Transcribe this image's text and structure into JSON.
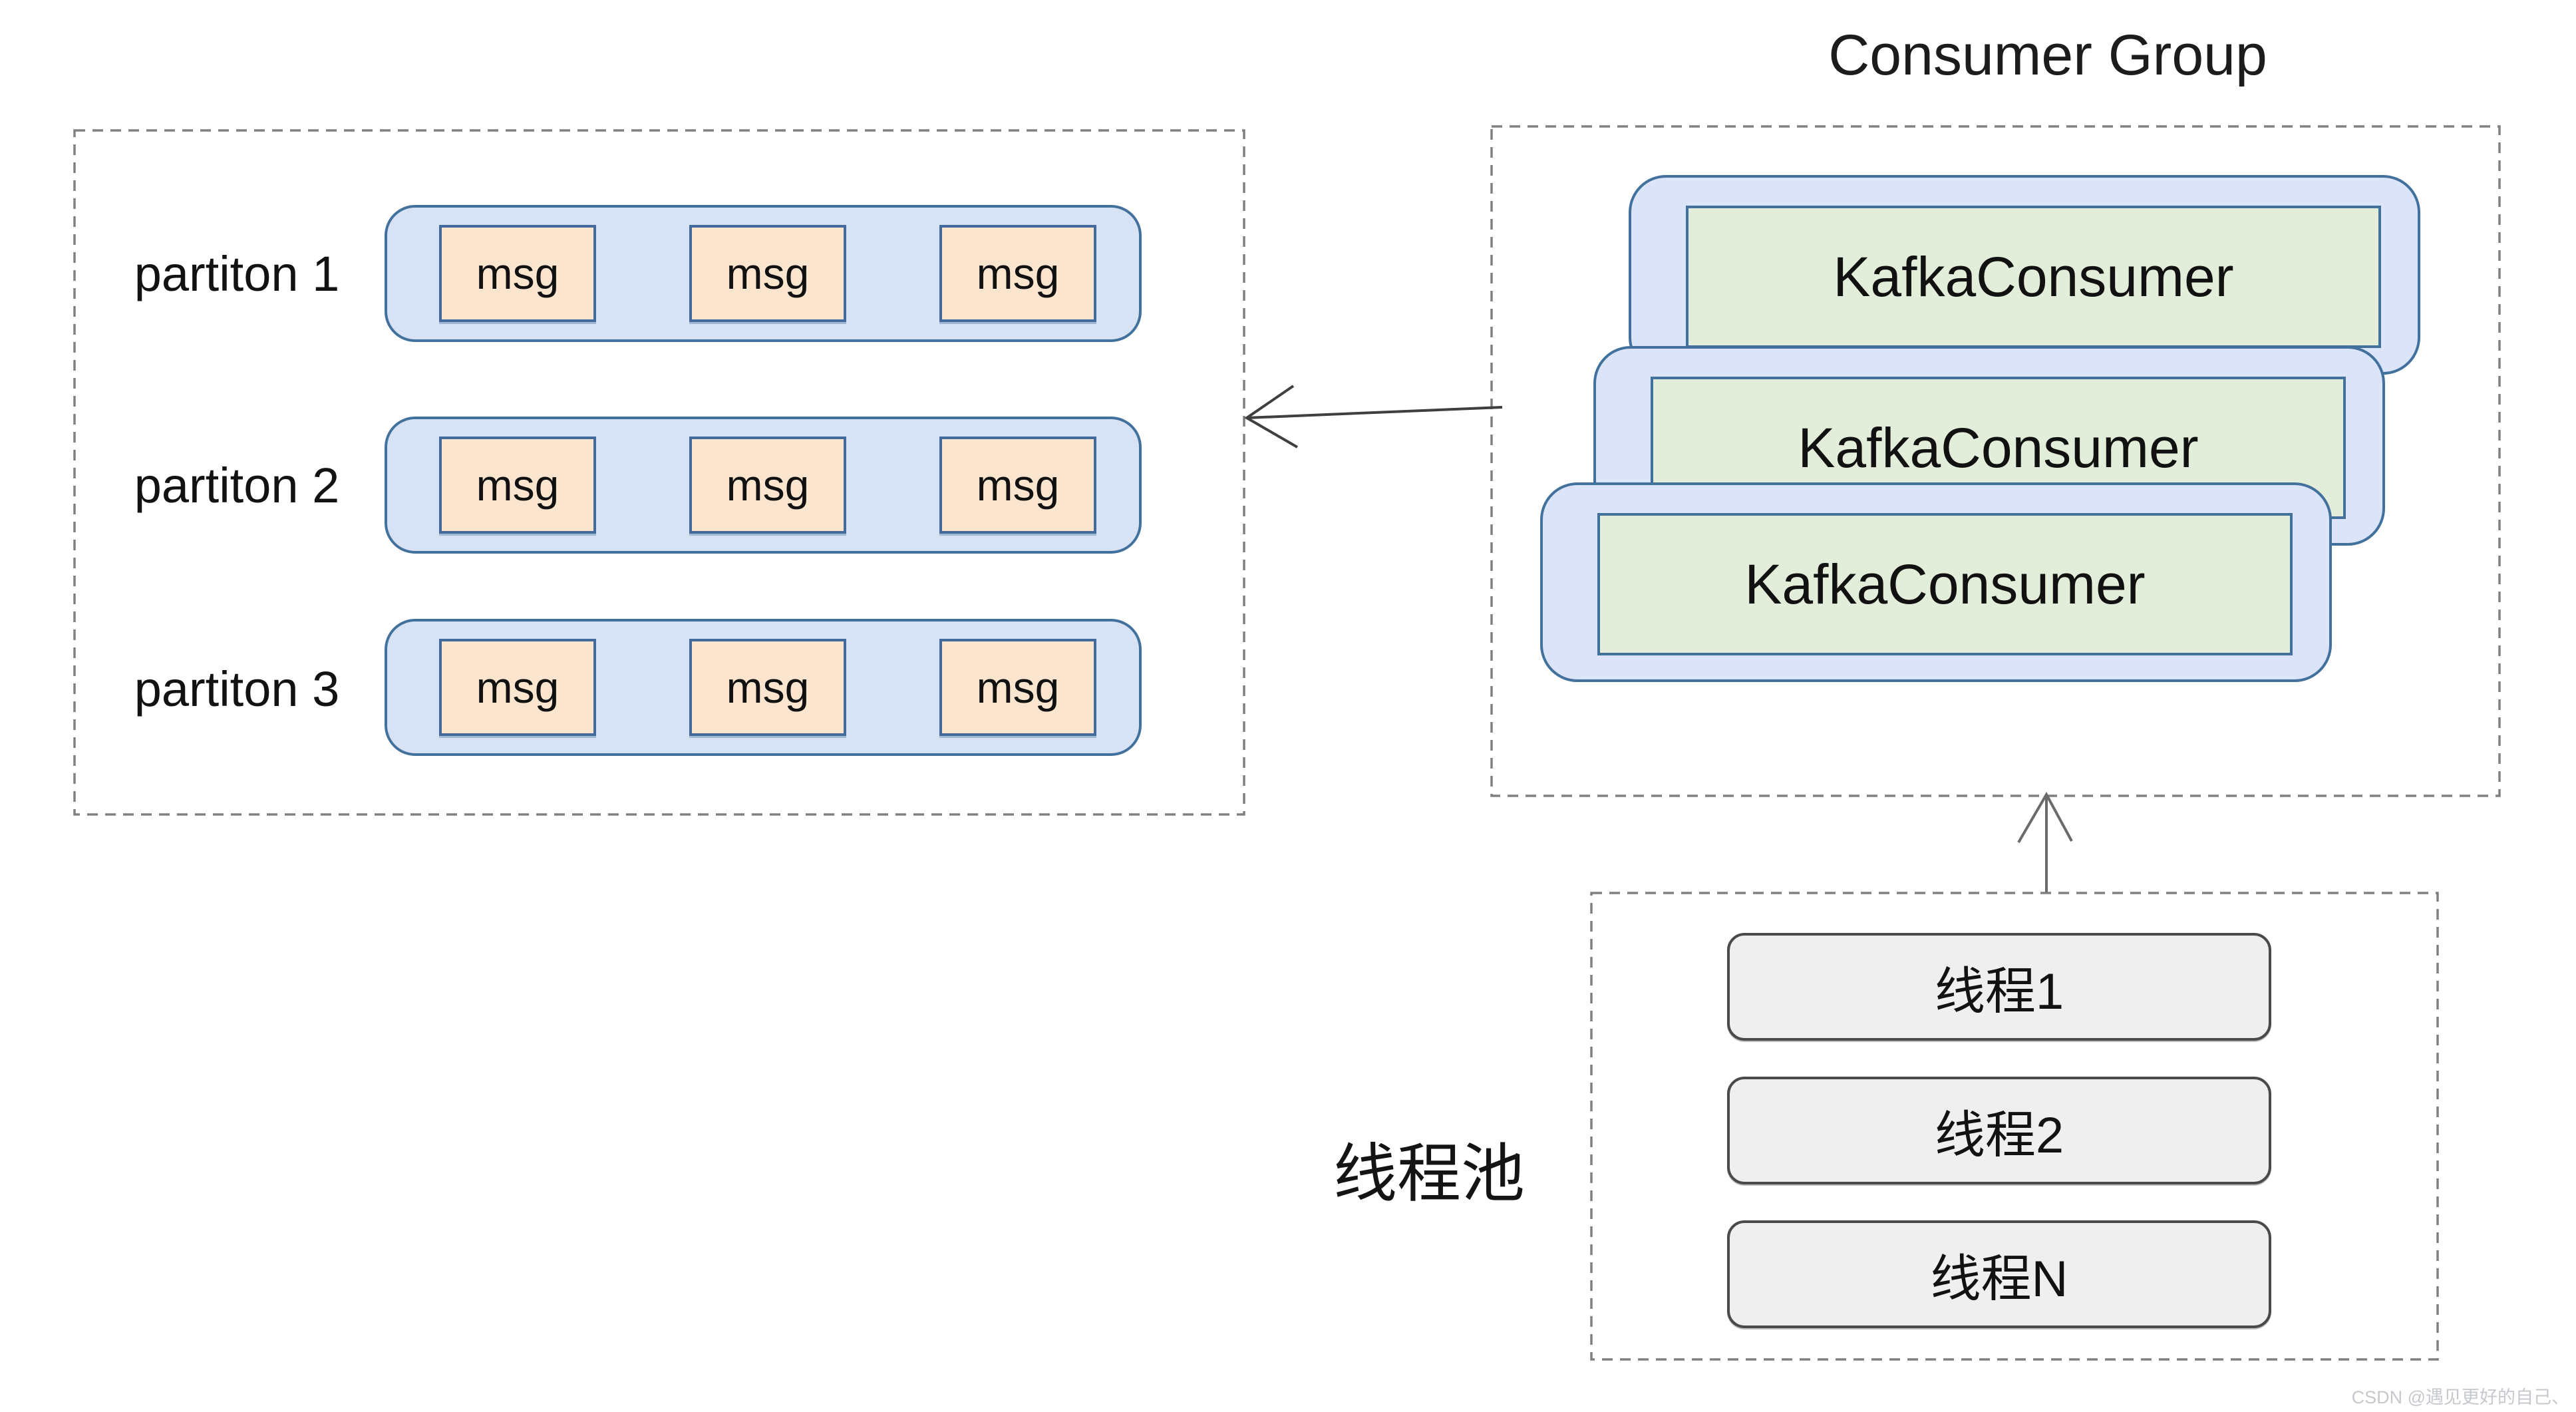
{
  "consumer_group": {
    "title": "Consumer Group",
    "consumers": [
      "KafkaConsumer",
      "KafkaConsumer",
      "KafkaConsumer"
    ]
  },
  "partitions": {
    "rows": [
      {
        "label": "partiton 1",
        "messages": [
          "msg",
          "msg",
          "msg"
        ]
      },
      {
        "label": "partiton 2",
        "messages": [
          "msg",
          "msg",
          "msg"
        ]
      },
      {
        "label": "partiton 3",
        "messages": [
          "msg",
          "msg",
          "msg"
        ]
      }
    ]
  },
  "thread_pool": {
    "label": "线程池",
    "threads": [
      "线程1",
      "线程2",
      "线程N"
    ]
  },
  "watermark": "CSDN @遇见更好的自己、",
  "colors": {
    "partition_track_fill": "#d7e3f4",
    "msg_fill": "#fce5cf",
    "consumer_card_fill": "#dbe4f8",
    "consumer_inner_fill": "#e3eeda",
    "blue_border": "#41719c",
    "thread_fill": "#efefef",
    "thread_border": "#4a4a4a",
    "dashed_border": "#808080",
    "arrow_dark": "#3f3f3f",
    "arrow_gray": "#6b6b6b"
  }
}
